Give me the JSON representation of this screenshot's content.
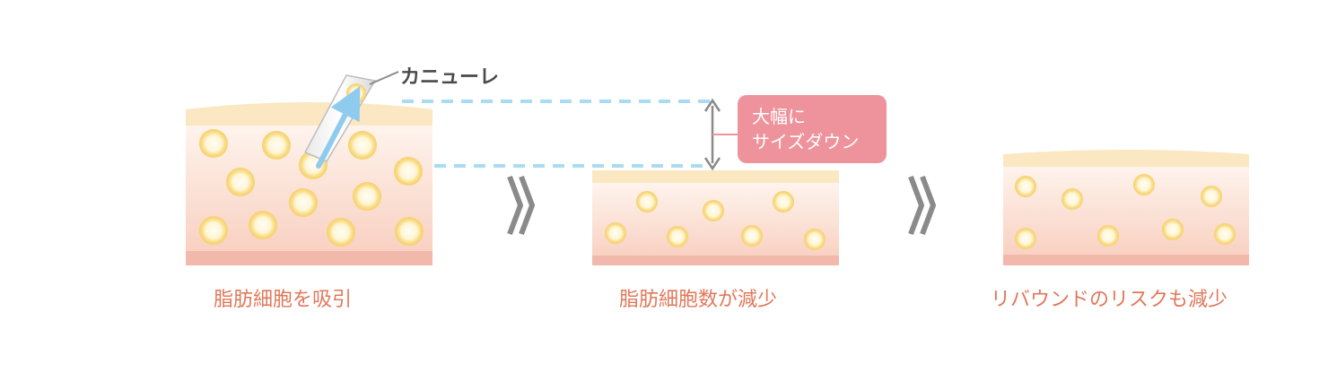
{
  "diagram": {
    "cannula_label": "カニューレ",
    "badge": {
      "line1": "大幅に",
      "line2": "サイズダウン"
    },
    "captions": [
      "脂肪細胞を吸引",
      "脂肪細胞数が減少",
      "リバウンドのリスクも減少"
    ],
    "colors": {
      "skin_top": "#fbe7c1",
      "tissue_top": "#fffaf5",
      "tissue_bottom": "#f8cdbd",
      "tissue_base": "#f1b8ab",
      "fat_cell_ring": "#f6d36f",
      "dashed_guide": "#a9dcf3",
      "arrow": "#8fcbef",
      "chevron": "#8a8a8a",
      "caption": "#e0785a",
      "badge": "#ee939c"
    },
    "icons": [
      "cannula-icon",
      "chevron-right-double-icon",
      "double-arrow-vertical-icon"
    ]
  }
}
